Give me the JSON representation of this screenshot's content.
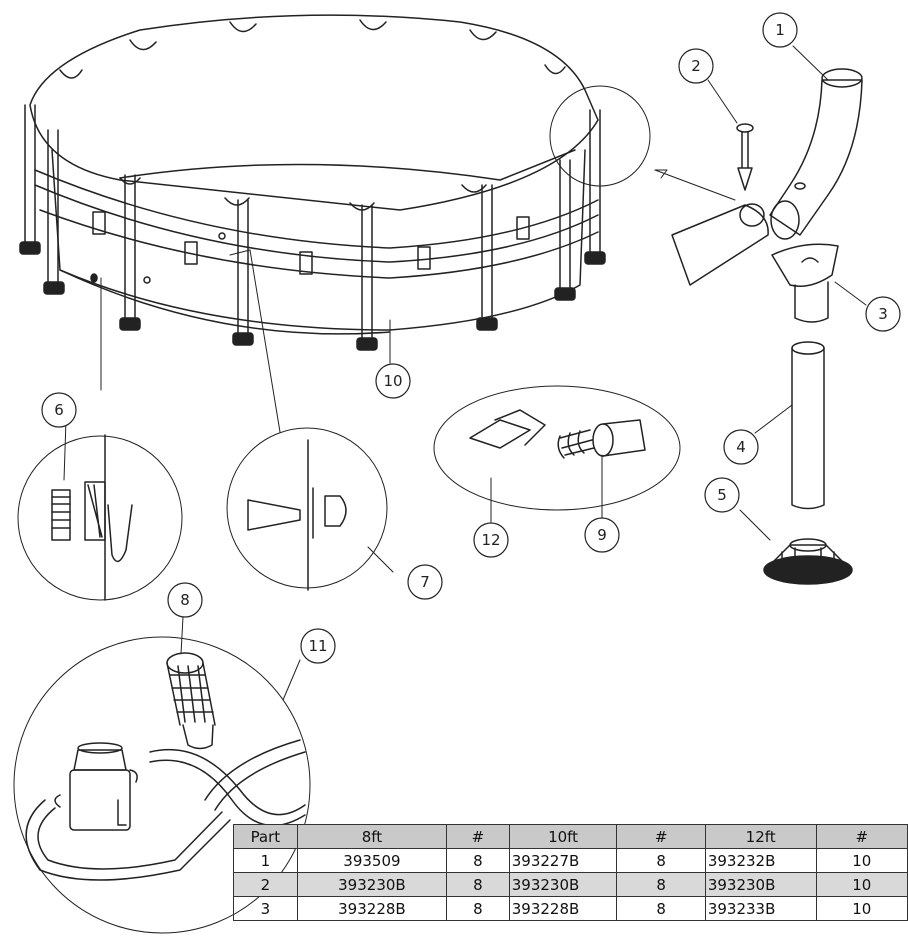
{
  "callouts": [
    "1",
    "2",
    "3",
    "4",
    "5",
    "6",
    "7",
    "8",
    "9",
    "10",
    "11",
    "12"
  ],
  "table": {
    "headers": [
      "Part",
      "8ft",
      "#",
      "10ft",
      "#",
      "12ft",
      "#"
    ],
    "rows": [
      [
        "1",
        "393509",
        "8",
        "393227B",
        "8",
        "393232B",
        "10"
      ],
      [
        "2",
        "393230B",
        "8",
        "393230B",
        "8",
        "393230B",
        "10"
      ],
      [
        "3",
        "393228B",
        "8",
        "393228B",
        "8",
        "393233B",
        "10"
      ]
    ]
  },
  "colors": {
    "line": "#222222",
    "header_bg": "#c9c9c9",
    "row_shade": "#d9d9d9"
  }
}
